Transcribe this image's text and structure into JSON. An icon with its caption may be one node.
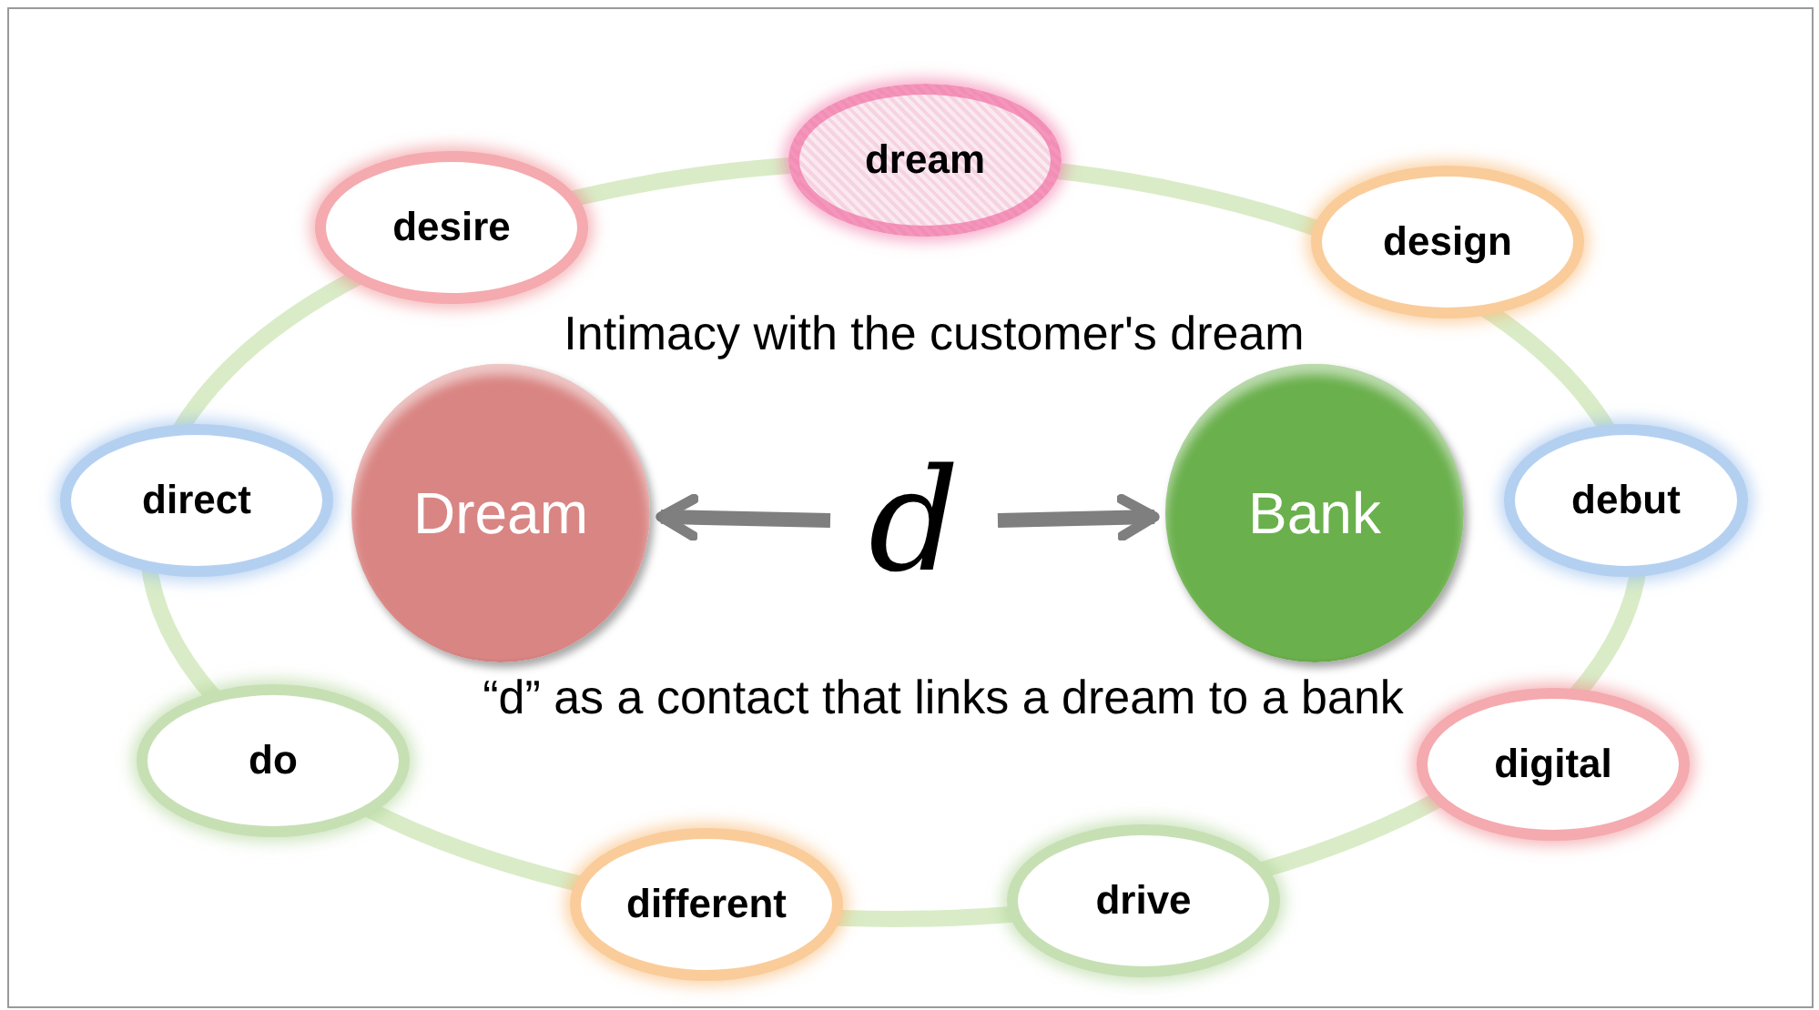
{
  "diagram": {
    "nodes": [
      {
        "text": [
          "dream"
        ]
      },
      {
        "text": [
          "design"
        ]
      },
      {
        "text": [
          "debut"
        ]
      },
      {
        "text": [
          "digital"
        ]
      },
      {
        "text": [
          "drive"
        ]
      },
      {
        "text": [
          "different"
        ]
      },
      {
        "text": [
          "do"
        ]
      },
      {
        "text": [
          "direct"
        ]
      },
      {
        "text": [
          "desire"
        ]
      },
      {
        "text": [
          "Dream"
        ]
      },
      {
        "text": [
          "Bank"
        ]
      },
      {
        "text": [
          "d"
        ]
      }
    ],
    "edges": [
      {
        "from": 11,
        "to": 9,
        "arrow": "to"
      },
      {
        "from": 11,
        "to": 10,
        "arrow": "to"
      }
    ],
    "labels": [
      "Intimacy with the customer's dream",
      "“d” as a contact that links a dream to a bank"
    ]
  }
}
